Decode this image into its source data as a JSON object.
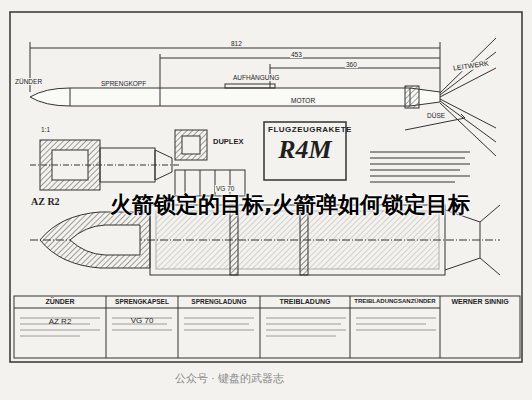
{
  "diagram": {
    "title": "FLUGZEUGRAKETE",
    "nodes": [
      {
        "text": [
          "R4M"
        ]
      },
      {
        "text": [
          "ZÜNDER",
          "AZ R2"
        ]
      },
      {
        "text": [
          "SPRENGKAPSEL",
          "VG 70"
        ]
      },
      {
        "text": [
          "SPRENGLADUNG"
        ]
      },
      {
        "text": [
          "TREIBLADUNG"
        ]
      },
      {
        "text": [
          "TREIBLADUNGSANZÜNDER"
        ]
      },
      {
        "text": [
          "WERNER SINNIG"
        ]
      }
    ],
    "labels": [
      "LEITWERK",
      "AUFHÄNGUNG",
      "MOTOR",
      "SPRENGKOPF",
      "ZÜNDER",
      "DÜSE",
      "812",
      "453",
      "360",
      "DUPLEX",
      "AZ R2",
      "VG 70",
      "1:1",
      "火箭锁定的目标,火箭弹如何锁定目标",
      "公众号 · 键盘的武器志"
    ]
  }
}
